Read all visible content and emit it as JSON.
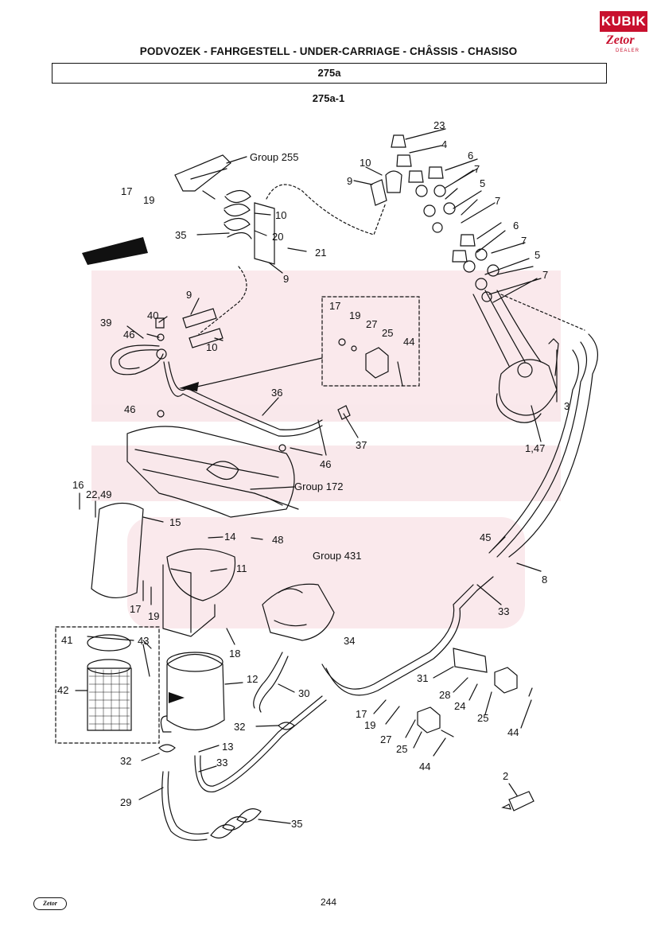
{
  "header": {
    "brand_logo_text": "KUBIK",
    "brand_logo_sub": "Zetor",
    "brand_logo_dealer": "DEALER",
    "title": "PODVOZEK - FAHRGESTELL - UNDER-CARRIAGE - CHÂSSIS - CHASISO",
    "code": "275a",
    "subcode": "275a-1"
  },
  "diagram": {
    "group_labels": [
      "Group 255",
      "Group 172",
      "Group 431"
    ],
    "part_labels": [
      "23",
      "4",
      "6",
      "10",
      "9",
      "7",
      "5",
      "7",
      "6",
      "7",
      "5",
      "7",
      "17",
      "19",
      "10",
      "35",
      "20",
      "21",
      "9",
      "9",
      "40",
      "39",
      "46",
      "10",
      "17",
      "19",
      "27",
      "25",
      "44",
      "3",
      "36",
      "1,47",
      "46",
      "46",
      "37",
      "16",
      "22,49",
      "15",
      "14",
      "48",
      "11",
      "17",
      "19",
      "18",
      "45",
      "8",
      "33",
      "34",
      "41",
      "43",
      "42",
      "12",
      "30",
      "31",
      "28",
      "24",
      "25",
      "17",
      "19",
      "27",
      "25",
      "44",
      "44",
      "32",
      "13",
      "32",
      "33",
      "29",
      "2",
      "35"
    ]
  },
  "footer": {
    "page_number": "244",
    "footer_logo": "Zetor"
  }
}
